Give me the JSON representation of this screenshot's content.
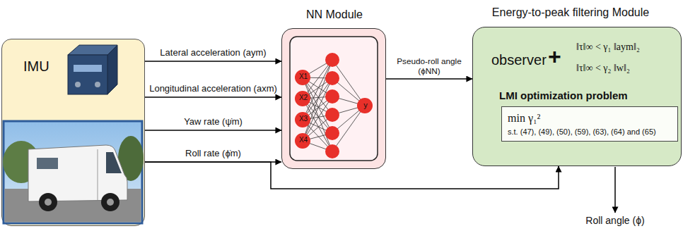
{
  "diagram": {
    "nodes": [
      {
        "text": [
          "IMU"
        ]
      },
      {
        "text": [
          "NN Module"
        ]
      },
      {
        "text": [
          "Energy-to-peak filtering Module",
          "observer",
          "+",
          "‖τ‖∞ < γ₁ ‖aym‖₂",
          "‖τ‖∞ < γ₂ ‖w‖₂"
        ]
      },
      {
        "text": [
          "LMI optimization problem",
          "min γ₁²",
          "s.t. (47), (49), (50), (59), (63), (64) and (65)"
        ],
        "in": 2
      }
    ],
    "edges": [
      {
        "from": 0,
        "to": 1,
        "arrow": "to",
        "label": "Lateral acceleration (aym)"
      },
      {
        "from": 0,
        "to": 1,
        "arrow": "to",
        "label": "Longitudinal acceleration (axm)"
      },
      {
        "from": 0,
        "to": 1,
        "arrow": "to",
        "label": "Yaw rate (ψ̇m)"
      },
      {
        "from": 0,
        "to": 1,
        "arrow": "to",
        "label": "Roll rate (ϕ̇m)"
      },
      {
        "from": 1,
        "to": 2,
        "arrow": "to",
        "label": "Pseudo-roll angle (ϕNN)"
      },
      {
        "from": 0,
        "to": 2,
        "arrow": "to"
      }
    ],
    "labels": [
      "X1",
      "X2",
      "X3",
      "X4",
      "y",
      "Roll angle (ϕ)"
    ]
  }
}
